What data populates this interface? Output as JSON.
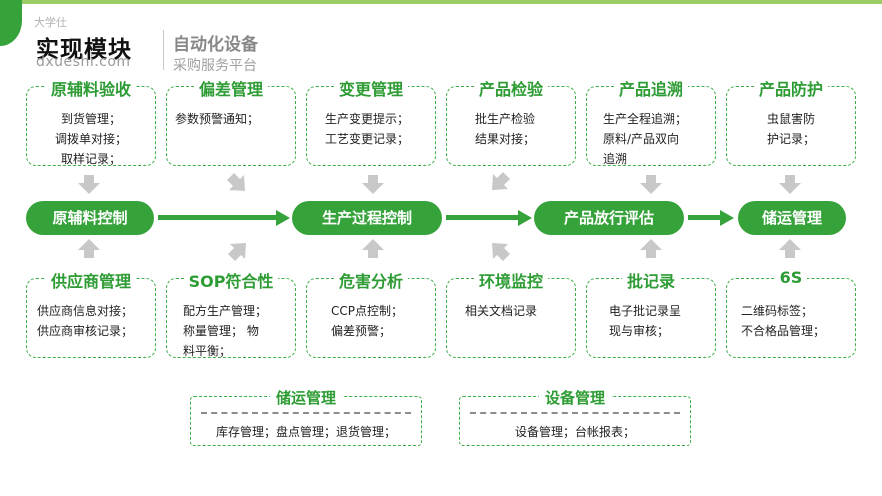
{
  "header": {
    "title": "实现模块",
    "watermark_top": "大学仕",
    "watermark_url": "dxueshi.com",
    "subtitle1": "自动化设备",
    "subtitle2": "采购服务平台"
  },
  "flow": [
    {
      "label": "原辅料控制"
    },
    {
      "label": "生产过程控制"
    },
    {
      "label": "产品放行评估"
    },
    {
      "label": "储运管理"
    }
  ],
  "top_boxes": [
    {
      "title": "原辅料验收",
      "lines": [
        "到货管理；",
        "调拨单对接；",
        "取样记录；"
      ]
    },
    {
      "title": "偏差管理",
      "lines": [
        "参数预警通知；"
      ]
    },
    {
      "title": "变更管理",
      "lines": [
        "生产变更提示；",
        "工艺变更记录；"
      ]
    },
    {
      "title": "产品检验",
      "lines": [
        "批生产检验",
        "结果对接；"
      ]
    },
    {
      "title": "产品追溯",
      "lines": [
        "生产全程追溯；",
        "原料/产品双向",
        "追溯"
      ]
    },
    {
      "title": "产品防护",
      "lines": [
        "虫鼠害防",
        "护记录；"
      ]
    }
  ],
  "bottom_boxes": [
    {
      "title": "供应商管理",
      "lines": [
        "供应商信息对接；",
        "供应商审核记录；"
      ]
    },
    {
      "title": "SOP符合性",
      "lines": [
        "配方生产管理；",
        "称量管理； 物",
        "料平衡；"
      ]
    },
    {
      "title": "危害分析",
      "lines": [
        "CCP点控制；",
        "偏差预警；"
      ]
    },
    {
      "title": "环境监控",
      "lines": [
        "相关文档记录"
      ]
    },
    {
      "title": "批记录",
      "lines": [
        "电子批记录呈",
        "现与审核；"
      ]
    },
    {
      "title": "6S",
      "lines": [
        "二维码标签；",
        "不合格品管理；"
      ]
    }
  ],
  "extra_boxes": [
    {
      "title": "储运管理",
      "text": "库存管理；盘点管理；退货管理；"
    },
    {
      "title": "设备管理",
      "text": "设备管理；台帐报表；"
    }
  ],
  "colors": {
    "accent": "#35a23a",
    "text_green": "#2e9c34",
    "arrow_gray": "#c8c8c8"
  }
}
